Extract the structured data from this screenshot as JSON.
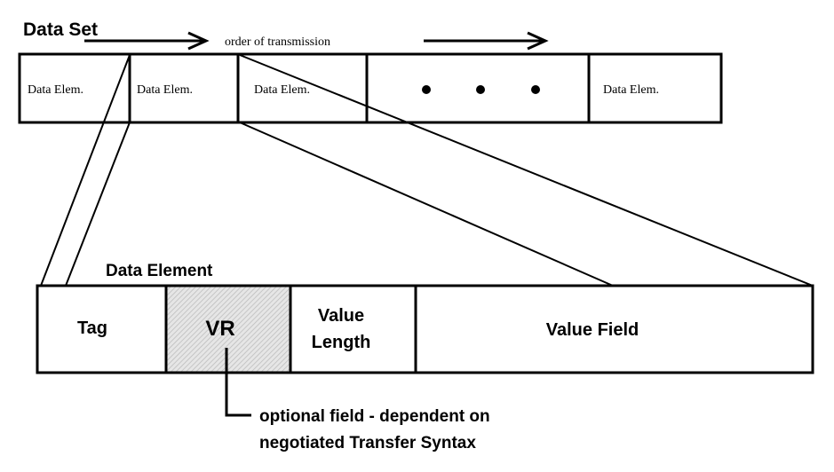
{
  "data_set": {
    "title": "Data Set",
    "order_label": "order of transmission",
    "cells": [
      "Data Elem.",
      "Data Elem.",
      "Data Elem.",
      "Data Elem."
    ],
    "ellipsis": "• • •"
  },
  "data_element": {
    "title": "Data Element",
    "fields": {
      "tag": "Tag",
      "vr": "VR",
      "value_length_1": "Value",
      "value_length_2": "Length",
      "value_field": "Value Field"
    },
    "note_line1": "optional field - dependent on",
    "note_line2": "negotiated Transfer Syntax"
  },
  "colors": {
    "stroke": "#000000",
    "vr_fill": "#d9d9d9"
  }
}
